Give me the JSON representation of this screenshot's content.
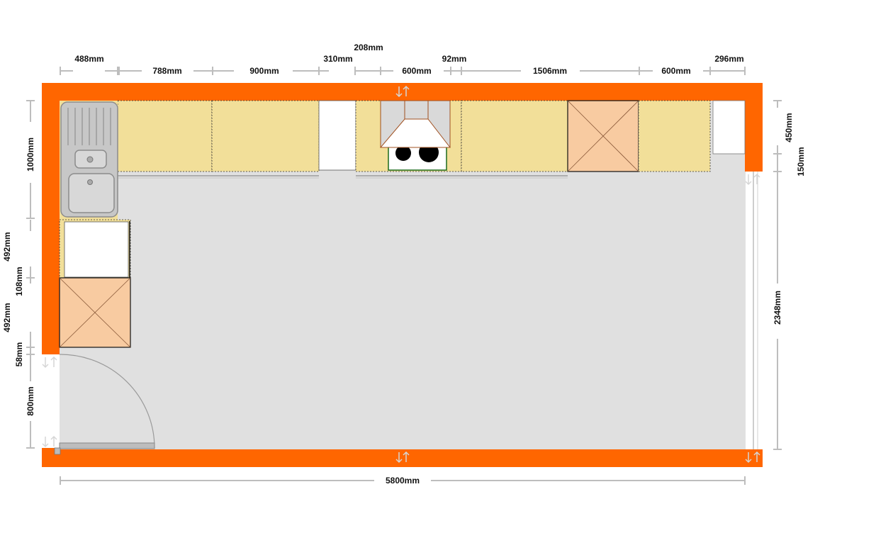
{
  "colors": {
    "wall": "#ff6600",
    "floor": "#e0e0e0",
    "base_unit": "#f2df99",
    "tall_unit": "#f8cba1",
    "appliance_white": "#ffffff",
    "dimension_line": "#bdbdbd",
    "dimension_text": "#111111"
  },
  "dimensions": {
    "top_488": "488mm",
    "top_788": "788mm",
    "top_900": "900mm",
    "top_208": "208mm",
    "top_310": "310mm",
    "top_600a": "600mm",
    "top_92": "92mm",
    "top_1506": "1506mm",
    "top_600b": "600mm",
    "top_296": "296mm",
    "left_1000": "1000mm",
    "left_492a": "492mm",
    "left_108": "108mm",
    "left_492b": "492mm",
    "left_58": "58mm",
    "left_800": "800mm",
    "right_450": "450mm",
    "right_150": "150mm",
    "right_2348": "2348mm",
    "bottom_5800": "5800mm"
  },
  "icons": {
    "sink": "double-bowl-sink-icon",
    "hob": "hob-icon",
    "hood": "extractor-hood-icon",
    "door": "door-swing-icon",
    "tall_unit": "tall-unit-cross-icon"
  }
}
